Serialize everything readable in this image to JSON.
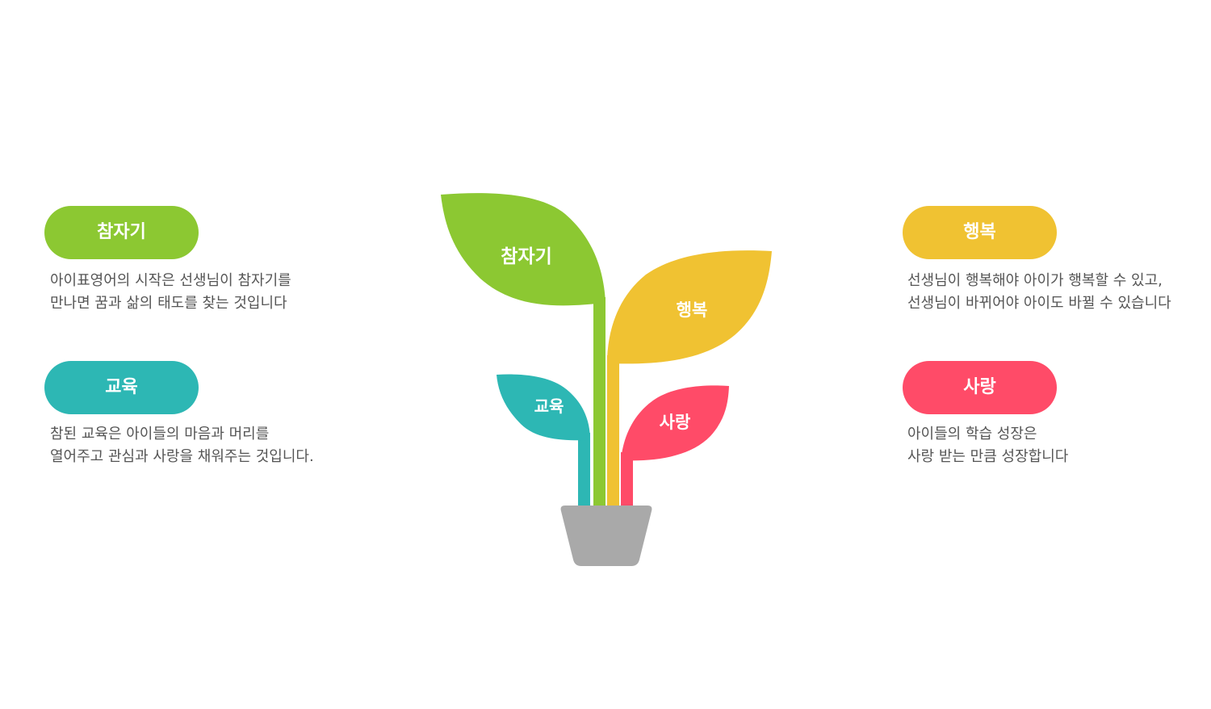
{
  "colors": {
    "participate": "#8cc832",
    "education": "#2db7b4",
    "happiness": "#f0c232",
    "love": "#ff4b68",
    "pot": "#a9a9a9"
  },
  "items": {
    "participate": {
      "title": "참자기",
      "lines": [
        "아이표영어의 시작은 선생님이 참자기를",
        "만나면 꿈과 삶의 태도를 찾는 것입니다"
      ]
    },
    "education": {
      "title": "교육",
      "lines": [
        "참된 교육은 아이들의 마음과 머리를",
        "열어주고 관심과 사랑을 채워주는 것입니다."
      ]
    },
    "happiness": {
      "title": "행복",
      "lines": [
        "선생님이 행복해야 아이가 행복할 수 있고,",
        "선생님이 바뀌어야 아이도 바뀔 수 있습니다"
      ]
    },
    "love": {
      "title": "사랑",
      "lines": [
        "아이들의 학습 성장은",
        "사랑 받는 만큼 성장합니다"
      ]
    }
  }
}
